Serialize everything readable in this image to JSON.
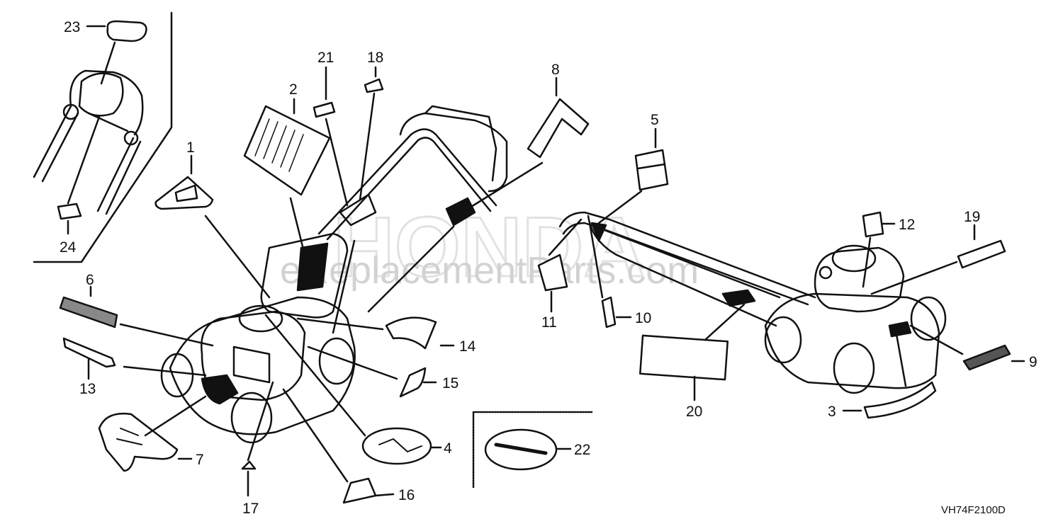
{
  "diagram": {
    "watermark": "eReplacementParts.com",
    "watermark_brand": "HONDA",
    "code": "VH74F2100D",
    "callouts": {
      "c1": "1",
      "c2": "2",
      "c3": "3",
      "c4": "4",
      "c5": "5",
      "c6": "6",
      "c7": "7",
      "c8": "8",
      "c9": "9",
      "c10": "10",
      "c11": "11",
      "c12": "12",
      "c13": "13",
      "c14": "14",
      "c15": "15",
      "c16": "16",
      "c17": "17",
      "c18": "18",
      "c19": "19",
      "c20": "20",
      "c21": "21",
      "c22": "22",
      "c23": "23",
      "c24": "24"
    }
  }
}
